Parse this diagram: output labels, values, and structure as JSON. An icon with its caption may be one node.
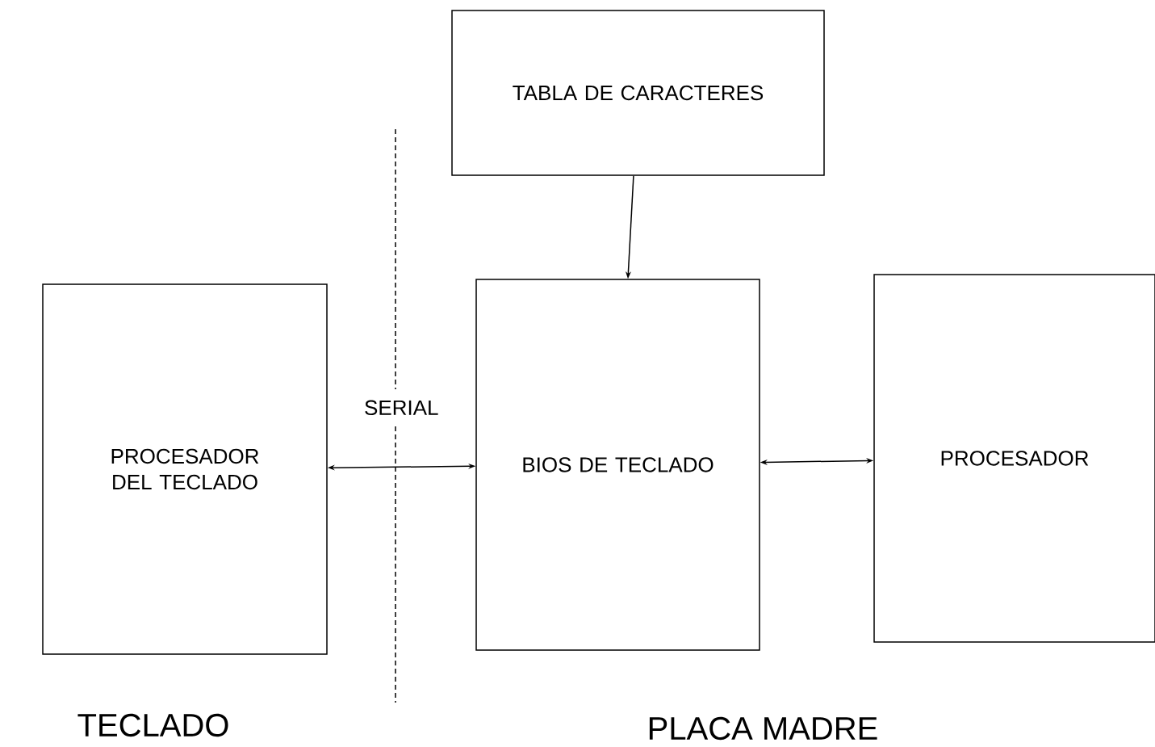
{
  "diagram": {
    "nodes": [
      {
        "text": [
          "TABLA DE CARACTERES"
        ]
      },
      {
        "text": [
          "PROCESADOR DEL TECLADO"
        ]
      },
      {
        "text": [
          "BIOS DE TECLADO"
        ]
      },
      {
        "text": [
          "PROCESADOR"
        ]
      }
    ],
    "edges": [
      {
        "from": 0,
        "to": 2,
        "arrow": "to"
      },
      {
        "from": 1,
        "to": 2,
        "arrow": "both",
        "label": "SERIAL"
      },
      {
        "from": 2,
        "to": 3,
        "arrow": "both"
      }
    ],
    "labels": [
      "TECLADO",
      "PLACA MADRE"
    ]
  }
}
